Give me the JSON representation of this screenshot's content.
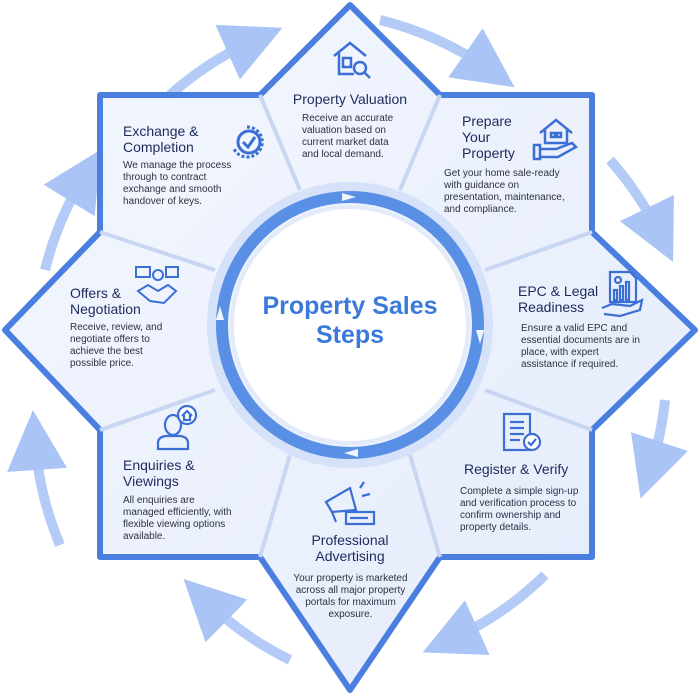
{
  "center_title": "Property Sales Steps",
  "colors": {
    "accent": "#3b7ad9",
    "frame": "#4a7fe0",
    "arrow": "#a9c4f5",
    "title": "#1e2a5e"
  },
  "steps": [
    {
      "title": "Property Valuation",
      "body": "Receive an accurate valuation based on current market data and local demand.",
      "icon": "house-search-icon"
    },
    {
      "title": "Prepare Your Property",
      "body": "Get your home sale-ready with guidance on presentation, maintenance, and compliance.",
      "icon": "hand-house-icon"
    },
    {
      "title": "EPC & Legal Readiness",
      "body": "Ensure a valid EPC and essential documents are in place, with expert assistance if required.",
      "icon": "document-chart-hand-icon"
    },
    {
      "title": "Register & Verify",
      "body": "Complete a simple sign-up and verification process to confirm ownership and property details.",
      "icon": "checklist-verify-icon"
    },
    {
      "title": "Professional Advertising",
      "body": "Your property is marketed across all major property portals for maximum exposure.",
      "icon": "megaphone-icon"
    },
    {
      "title": "Enquiries & Viewings",
      "body": "All enquiries are managed efficiently, with flexible viewing options available.",
      "icon": "person-house-icon"
    },
    {
      "title": "Offers & Negotiation",
      "body": "Receive, review, and negotiate offers to achieve the best possible price.",
      "icon": "handshake-icon"
    },
    {
      "title": "Exchange & Completion",
      "body": "We manage the process through to contract exchange and smooth handover of keys.",
      "icon": "check-circle-icon"
    }
  ]
}
